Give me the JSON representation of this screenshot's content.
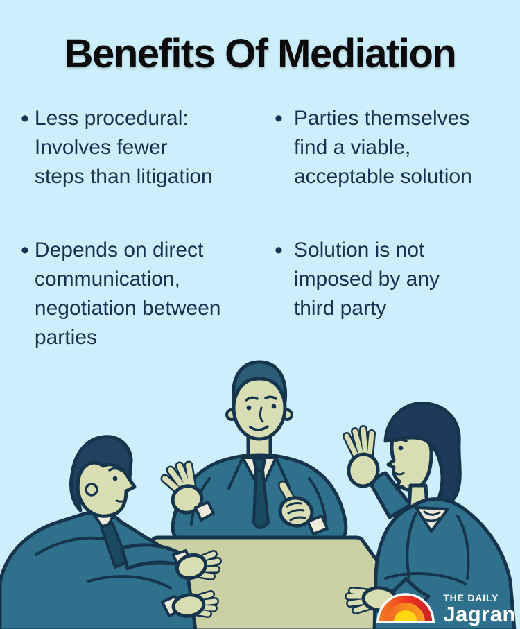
{
  "title": "Benefits Of Mediation",
  "bullet_char": "•",
  "bullets": [
    {
      "text": "Less procedural:\nInvolves fewer\nsteps than litigation"
    },
    {
      "text": "Parties themselves\nfind a viable,\nacceptable solution"
    },
    {
      "text": "Depends on direct\ncommunication,\nnegotiation between\nparties"
    },
    {
      "text": "Solution is not\nimposed by any\nthird party"
    }
  ],
  "illustration": {
    "name": "mediation-meeting-illustration",
    "description": "Flat illustration of three people in teal suits at a table: a mediator in the centre gesturing with both hands, a man seated on the left and a woman on the right raising her palm"
  },
  "logo": {
    "tagline": "THE DAILY",
    "name": "Jagran"
  },
  "colors": {
    "background": "#cdeefb",
    "body_text": "#1a3052",
    "title_text": "#0b0b0b",
    "suit_teal": "#2f708c",
    "outline_navy": "#16344c",
    "skin": "#d9ddb3",
    "table": "#ccd1a5",
    "logo_red": "#e1251b",
    "logo_orange": "#f58220",
    "logo_yellow": "#ffd713",
    "logo_text": "#ffffff"
  }
}
